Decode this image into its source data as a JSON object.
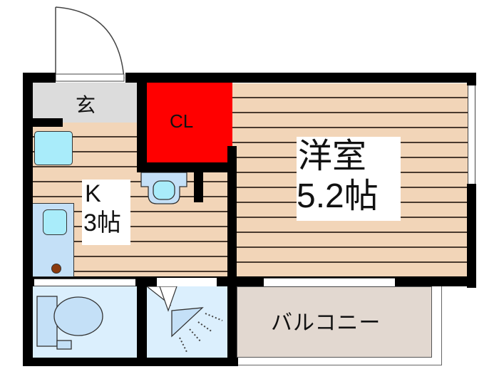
{
  "floor_plan": {
    "rooms": {
      "entrance": {
        "label": "玄"
      },
      "closet": {
        "label": "CL"
      },
      "kitchen": {
        "label_line1": "K",
        "label_line2": "3帖"
      },
      "western_room": {
        "label_line1": "洋室",
        "label_line2": "5.2帖"
      },
      "balcony": {
        "label": "バルコニー"
      }
    },
    "colors": {
      "wall": "#000000",
      "floor_wood": "#f2d5b8",
      "closet": "#ff0000",
      "entrance": "#dcdcdc",
      "wet_area": "#dbeffd",
      "balcony": "#e2d8d0"
    }
  }
}
